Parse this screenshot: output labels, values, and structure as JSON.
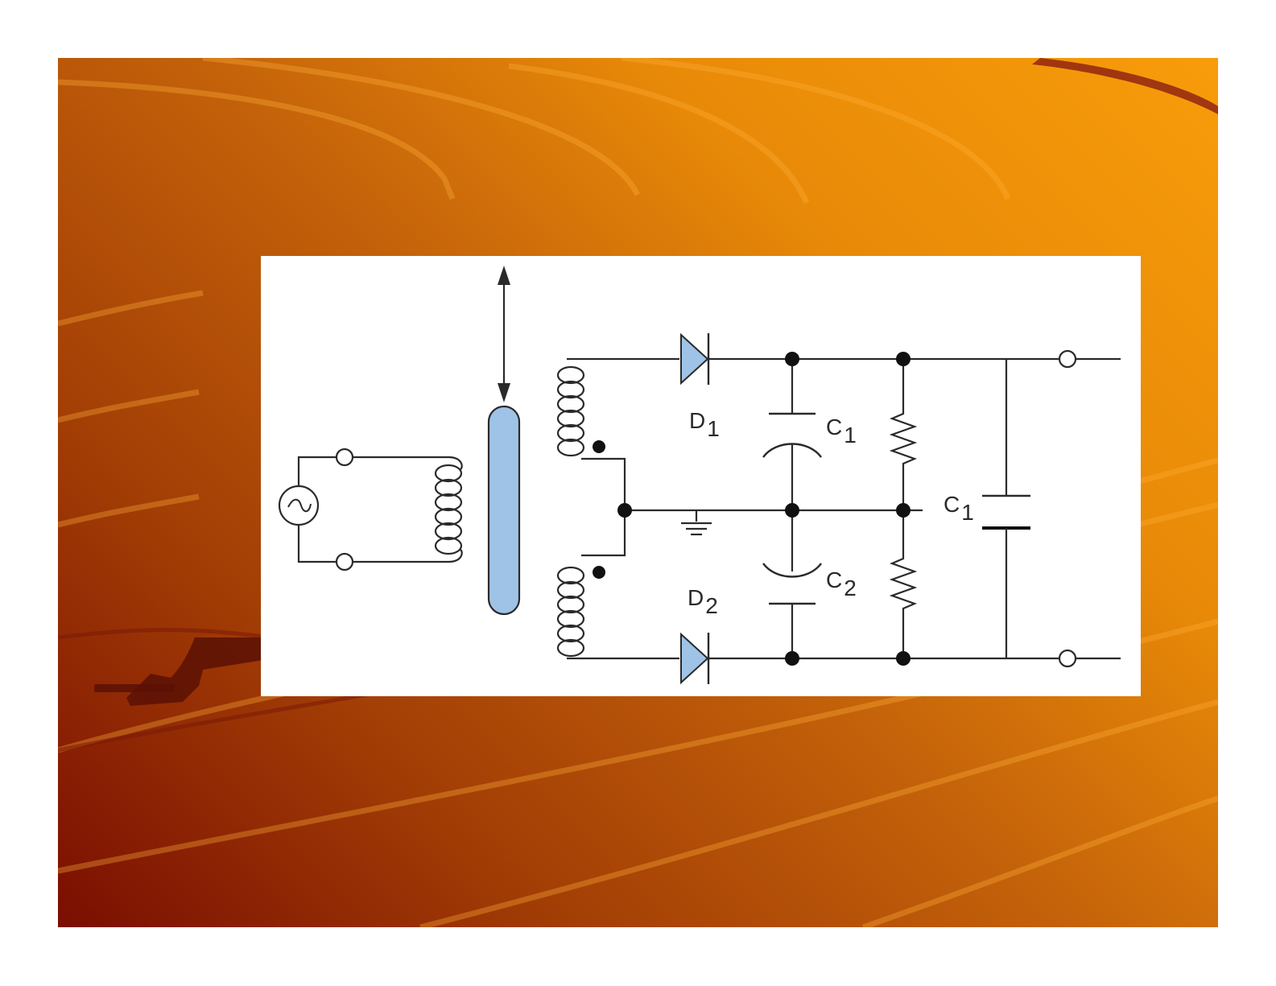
{
  "slide": {
    "background": {
      "gradient_from": "#7a0e02",
      "gradient_to": "#f89c0a",
      "stripe_color": "#ffb03a",
      "accent_band": "#8a1e12"
    }
  },
  "circuit": {
    "wire_color": "#2a2a2a",
    "component_fill": "#9fc3e6",
    "labels": {
      "d1": {
        "letter": "D",
        "sub": "1"
      },
      "d2": {
        "letter": "D",
        "sub": "2"
      },
      "c1_top": {
        "letter": "C",
        "sub": "1"
      },
      "c2": {
        "letter": "C",
        "sub": "2"
      },
      "c1_right": {
        "letter": "C",
        "sub": "1"
      }
    },
    "icons": {
      "source": "ac-source-icon",
      "ground": "ground-icon",
      "core_arrow": "double-arrow-icon"
    }
  }
}
